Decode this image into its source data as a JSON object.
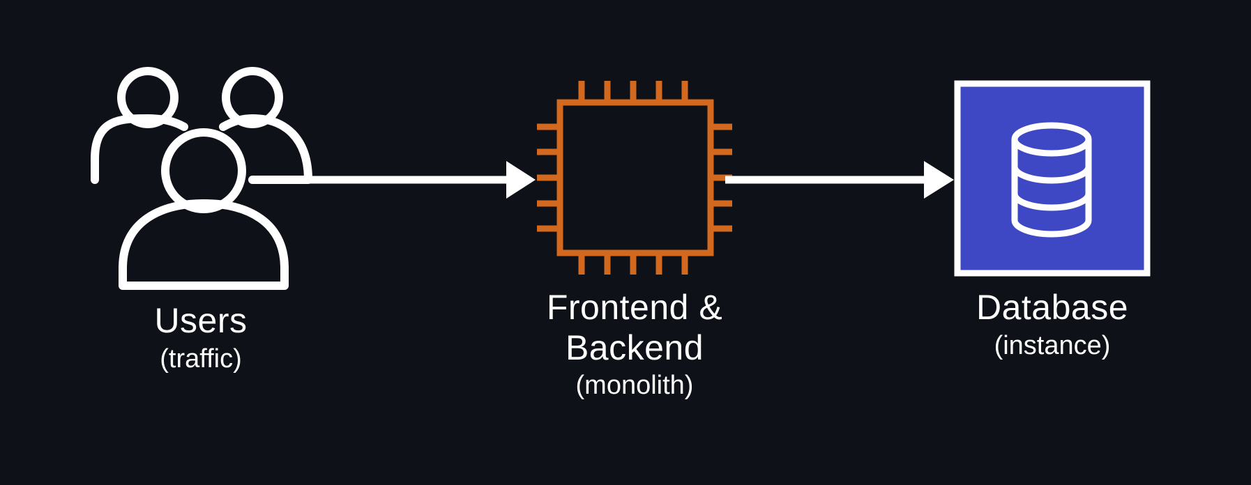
{
  "nodes": {
    "users": {
      "title": "Users",
      "subtitle": "(traffic)",
      "icon": "users-group-icon"
    },
    "compute": {
      "title_line1": "Frontend &",
      "title_line2": "Backend",
      "subtitle": "(monolith)",
      "icon": "chip-icon"
    },
    "database": {
      "title": "Database",
      "subtitle": "(instance)",
      "icon": "database-icon"
    }
  },
  "edges": [
    {
      "from": "users",
      "to": "compute"
    },
    {
      "from": "compute",
      "to": "database"
    }
  ],
  "colors": {
    "background": "#0e1117",
    "foreground": "#ffffff",
    "chip": "#d2691e",
    "database_fill": "#3f48c4"
  }
}
